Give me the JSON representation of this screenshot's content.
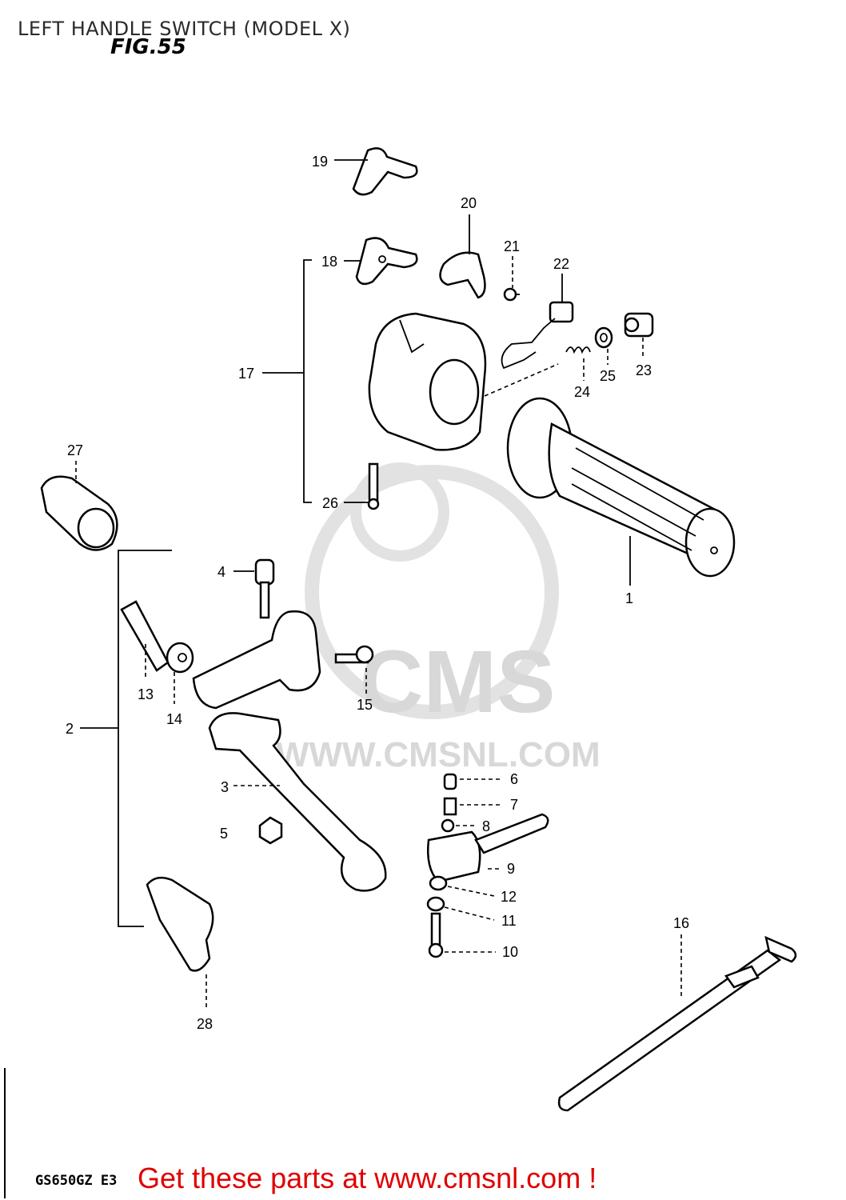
{
  "header": {
    "title": "LEFT HANDLE SWITCH (MODEL X)",
    "figure": "FIG.55"
  },
  "watermark": {
    "logo_text": "CMS",
    "url_text": "WWW.CMSNL.COM"
  },
  "callouts": [
    "1",
    "2",
    "3",
    "4",
    "5",
    "6",
    "7",
    "8",
    "9",
    "10",
    "11",
    "12",
    "13",
    "14",
    "15",
    "16",
    "17",
    "18",
    "19",
    "20",
    "21",
    "22",
    "23",
    "24",
    "25",
    "26",
    "27",
    "28"
  ],
  "footer": {
    "model_code": "GS650GZ E3",
    "cta": "Get these parts at www.cmsnl.com !"
  },
  "colors": {
    "cta": "#e00000",
    "watermark": "#d8d8d8",
    "line": "#000000"
  }
}
